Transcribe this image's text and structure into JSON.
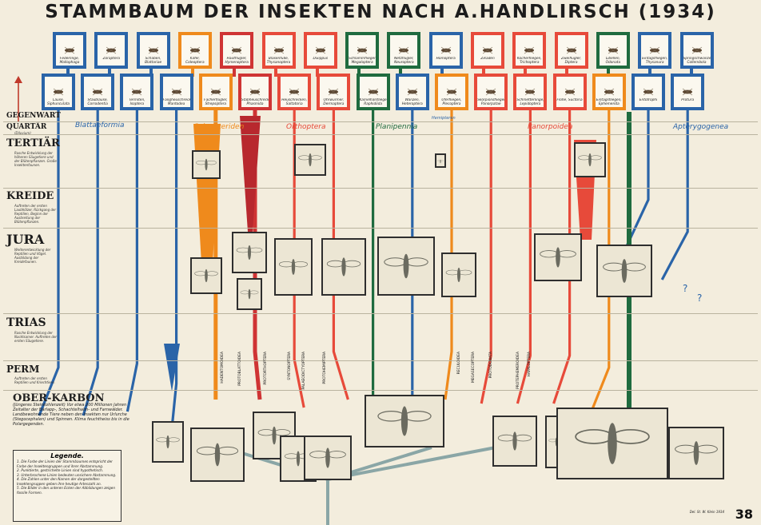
{
  "title": "STAMMBAUM DER INSEKTEN NACH A.HANDLIRSCH (1934)",
  "page_number": "38",
  "credit": "Del. St. W. Klein 1934",
  "top_row": [
    {
      "label": "Federlinge, Mallophaga",
      "color": "#2a64a8"
    },
    {
      "label": "Zoraptera",
      "color": "#2a64a8"
    },
    {
      "label": "Schaben, Blattariae",
      "color": "#2a64a8"
    },
    {
      "label": "Käfer, Coleoptera",
      "color": "#ef8a1c"
    },
    {
      "label": "Hautflügler, Hymenoptera",
      "color": "#cf3434"
    },
    {
      "label": "Blasenfüße, Thysanoptera",
      "color": "#e74a3a"
    },
    {
      "label": "Dixippus",
      "color": "#e74a3a"
    },
    {
      "label": "Schlammfliegen, Megaloptera",
      "color": "#1f6b3f"
    },
    {
      "label": "Netzflügler, Neuroptera",
      "color": "#1f6b3f"
    },
    {
      "label": "Homoptera",
      "color": "#2a64a8"
    },
    {
      "label": "Zikaden",
      "color": "#e74a3a"
    },
    {
      "label": "Köcherfliegen, Trichoptera",
      "color": "#e74a3a"
    },
    {
      "label": "Zweiflügler, Diptera",
      "color": "#e74a3a"
    },
    {
      "label": "Libellen, Odonata",
      "color": "#1f6b3f"
    },
    {
      "label": "Eintagsfliegen, Thysanura",
      "color": "#2a64a8"
    },
    {
      "label": "Springschwänze, Collembola",
      "color": "#2a64a8"
    }
  ],
  "second_row": [
    {
      "label": "Läuse, Siphunculata",
      "color": "#2a64a8"
    },
    {
      "label": "Staubläuse, Corrodentia",
      "color": "#2a64a8"
    },
    {
      "label": "Termiten, Isoptera",
      "color": "#2a64a8"
    },
    {
      "label": "Fangheuschrecken, Mantodea",
      "color": "#2a64a8"
    },
    {
      "label": "Fächerflügler, Strepsiptera",
      "color": "#ef8a1c"
    },
    {
      "label": "Stabheuschrecken, Phasmida",
      "color": "#cf3434"
    },
    {
      "label": "Heuschrecken, Saltatoria",
      "color": "#e74a3a"
    },
    {
      "label": "Ohrwürmer, Dermaptera",
      "color": "#e74a3a"
    },
    {
      "label": "Kamelhalsfliegen, Raphidiida",
      "color": "#1f6b3f"
    },
    {
      "label": "Wanzen, Heteroptera",
      "color": "#2a64a8"
    },
    {
      "label": "Uferfliegen, Plecoptera",
      "color": "#ef8a1c"
    },
    {
      "label": "Skorpionsfliegen, Panorpatae",
      "color": "#e74a3a"
    },
    {
      "label": "Schmetterlinge, Lepidoptera",
      "color": "#e74a3a"
    },
    {
      "label": "Flöhe, Suctoria",
      "color": "#e74a3a"
    },
    {
      "label": "Eintagsfliegen, Ephemerida",
      "color": "#ef8a1c"
    },
    {
      "label": "Entotrophi",
      "color": "#2a64a8"
    },
    {
      "label": "Protura",
      "color": "#2a64a8"
    }
  ],
  "eras": [
    {
      "name": "GEGENWART",
      "sub": "",
      "desc": ""
    },
    {
      "name": "QUARTÄR",
      "sub": "(Diluvium)",
      "desc": ""
    },
    {
      "name": "TERTIÄR",
      "sub": "",
      "desc": "Rasche Entwicklung der höheren Säugetiere und der Blütenpflanzen. Große Insektenfaunen."
    },
    {
      "name": "KREIDE",
      "sub": "",
      "desc": "Auftreten der ersten Laubhölzer. Rückgang der Reptilien, Beginn der Ausbreitung der Blütenpflanzen."
    },
    {
      "name": "JURA",
      "sub": "",
      "desc": "Weiterentwicklung der Reptilien und Vögel. Ausbildung der Kreidefaunen."
    },
    {
      "name": "TRIAS",
      "sub": "",
      "desc": "Rasche Entwicklung der Nacktsamer. Auftreten der ersten Säugetiere."
    },
    {
      "name": "PERM",
      "sub": "",
      "desc": "Auftreten der ersten Reptilien und Kriechtiere."
    },
    {
      "name": "OBER-KARBON",
      "sub": "(Jüngeres Steinkohlenzeit) Vor etwa 200 Millionen Jahren",
      "desc": "Zeitalter der Bärlapp-, Schachtelhalm- und Farnwälder. Landbewohnende Tiere neben den Insekten nur Urlurche (Stegocephalen) und Spinnen. Klima feuchtheiss bis in die Polargegenden."
    }
  ],
  "groups": [
    {
      "label": "Blattaeformia",
      "color": "#2a64a8"
    },
    {
      "label": "Coleopteriden",
      "color": "#ef8a1c"
    },
    {
      "label": "Orthoptera",
      "color": "#e74a3a"
    },
    {
      "label": "Planipennia",
      "color": "#1f6b3f"
    },
    {
      "label": "Hemipteren",
      "color": "#2a64a8"
    },
    {
      "label": "Panorpoidea",
      "color": "#e74a3a"
    },
    {
      "label": "Apterygogenea",
      "color": "#2a64a8"
    }
  ],
  "stem_labels": [
    "HADENTOMOIDEA",
    "PROTOBLATTOIDEA",
    "PROTORTHOPTERA",
    "SYNTONOPTERA",
    "PALAEODICTYOPTERA",
    "PROTOHEMIPTERA",
    "MEGASECOPTERA",
    "PROTODONATA",
    "PROTEPHEMEROIDEA",
    "HAPALOPTERA",
    "RECULOIDEA"
  ],
  "legend": {
    "heading": "Legende.",
    "items": [
      "1. Die Farbe der Linien der Stammbaumes entspricht der Farbe der Insektengruppen und ihrer Abstammung.",
      "2. Punktierte, gestrichelte Linien sind hypothetisch.",
      "3. Unterbrochene Linien bedeuten unsichere Abstammung.",
      "4. Die Zahlen unter den Namen der dargestellten Insektengruppen geben ihre heutige Artenzahl an.",
      "5. Die Bilder in den unteren Ecken der Abbildungen zeigen fossile Formen."
    ]
  },
  "icons": {
    "arrow": "up-arrow-icon",
    "insect": "insect-specimen-icon",
    "fossil": "fossil-slab-icon"
  }
}
